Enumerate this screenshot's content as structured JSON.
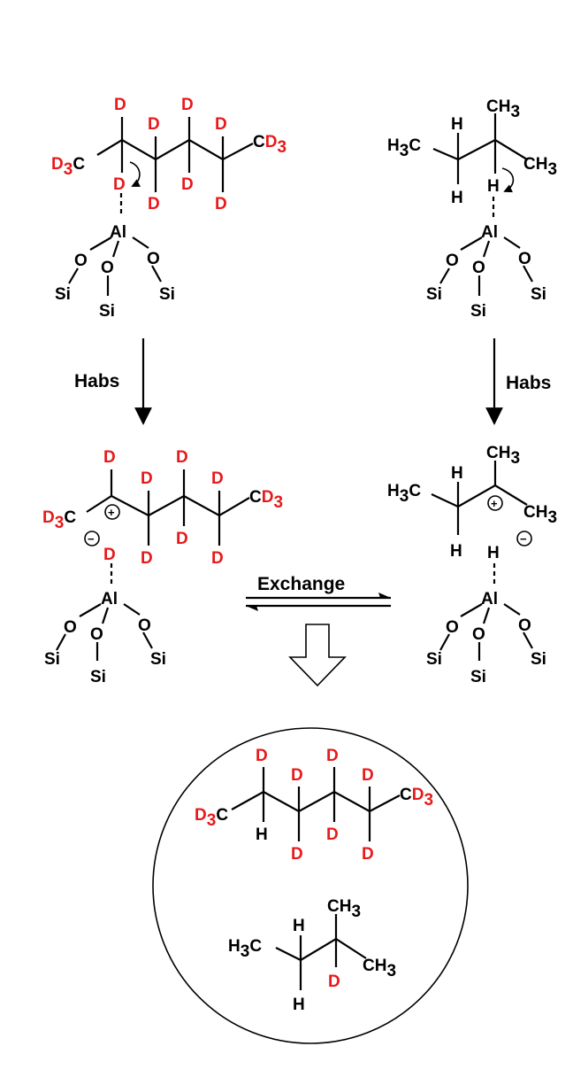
{
  "atoms": {
    "D": "D",
    "H": "H",
    "Al": "Al",
    "O": "O",
    "Si": "Si",
    "C": "C",
    "CD": "CD",
    "CH": "CH",
    "three": "3",
    "plus": "+",
    "minus": "−"
  },
  "arrows": {
    "habs_left": "Habs",
    "habs_right": "Habs",
    "exchange": "Exchange"
  },
  "colors": {
    "deuterium": "#e8191a",
    "ink": "#000000"
  }
}
